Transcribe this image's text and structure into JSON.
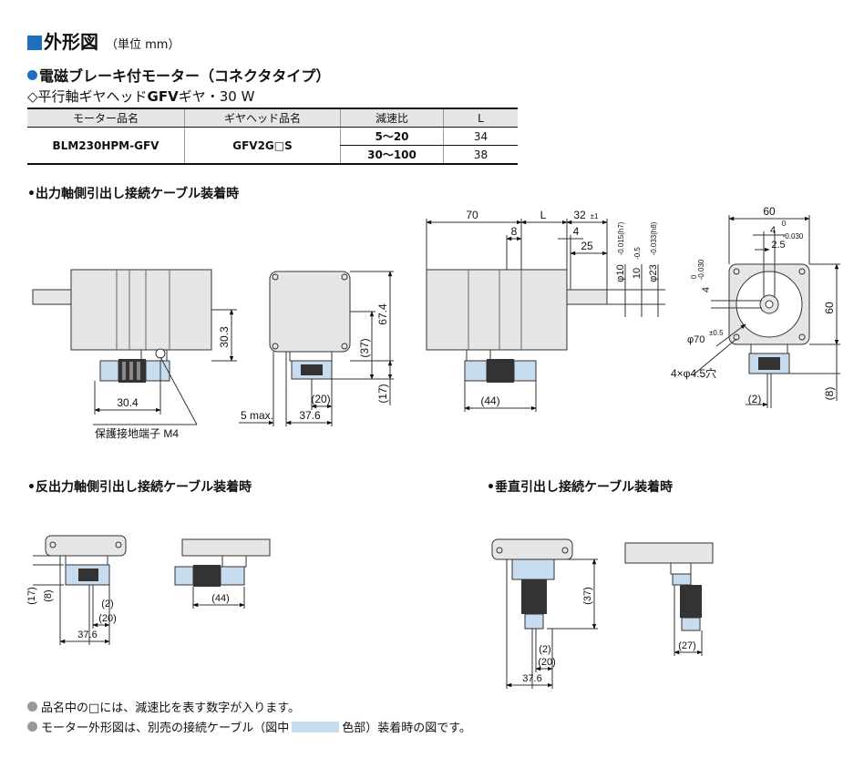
{
  "header": {
    "title": "外形図",
    "unit": "（単位 mm）"
  },
  "subtitle1": "電磁ブレーキ付モーター（コネクタタイプ）",
  "subtitle2_prefix": "◇平行軸ギヤヘッド",
  "subtitle2_bold": "GFV",
  "subtitle2_suffix": "ギヤ・30 W",
  "table": {
    "headers": [
      "モーター品名",
      "ギヤヘッド品名",
      "減速比",
      "L"
    ],
    "motor": "BLM230HPM-GFV",
    "gearhead": "GFV2G□S",
    "rows": [
      {
        "ratio": "5～20",
        "L": "34"
      },
      {
        "ratio": "30～100",
        "L": "38"
      }
    ]
  },
  "sections": {
    "output_side": "•出力軸側引出し接続ケーブル装着時",
    "anti_output_side": "•反出力軸側引出し接続ケーブル装着時",
    "vertical": "•垂直引出し接続ケーブル装着時"
  },
  "dimensions": {
    "d_30_3": "30.3",
    "d_30_4": "30.4",
    "ground_terminal": "保護接地端子 M4",
    "d_37": "(37)",
    "d_67_4": "67.4",
    "d_17": "(17)",
    "d_20": "(20)",
    "d_5max": "5 max.",
    "d_37_6": "37.6",
    "d_44": "(44)",
    "d_70": "70",
    "d_L": "L",
    "d_8": "8",
    "d_32": "32",
    "d_32_tol": "±1",
    "d_4": "4",
    "d_25": "25",
    "d_phi10": "φ10",
    "d_phi10_tol": "-0.015(h7)",
    "d_10": "10",
    "d_10_tol": "-0.5",
    "d_phi23": "φ23",
    "d_phi23_tol": "-0.033(h8)",
    "d_60_top": "60",
    "d_4_top": "4",
    "d_4_top_tol": "-0.030",
    "d_2_5": "2.5",
    "d_4_left": "4",
    "d_4_left_tol": "-0.030",
    "d_60_right": "60",
    "d_phi70": "φ70",
    "d_phi70_tol": "±0.5",
    "d_holes": "4×φ4.5穴",
    "d_2": "(2)",
    "d_8p": "(8)",
    "d_27": "(27)",
    "zero": "0"
  },
  "notes": [
    "品名中の□には、減速比を表す数字が入ります。",
    "モーター外形図は、別売の接続ケーブル（図中",
    "色部）装着時の図です。"
  ],
  "colors": {
    "accent": "#1f6fc0",
    "cable_highlight": "#c8dcf0",
    "body_fill": "#e6e6e6"
  }
}
